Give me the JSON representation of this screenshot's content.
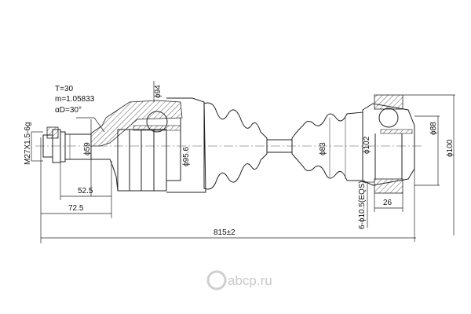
{
  "spec": {
    "teeth": "T=30",
    "module": "m=1.05833",
    "pressure_angle": "αD=30°"
  },
  "thread": "M27X1.5-6g",
  "diameters": {
    "stub": "ϕ59",
    "outer_joint_top": "ϕ94",
    "outer_joint": "ϕ95.6",
    "inner_boot": "ϕ83",
    "inner_joint": "ϕ102",
    "flange_inner": "ϕ88",
    "flange_outer": "ϕ100",
    "bolt_holes": "6-ϕ10.5(EQS)"
  },
  "lengths": {
    "stub_length": "52.5",
    "stub_total": "72.5",
    "flange_width": "26",
    "overall": "815±2"
  },
  "watermark": "abcp.ru"
}
